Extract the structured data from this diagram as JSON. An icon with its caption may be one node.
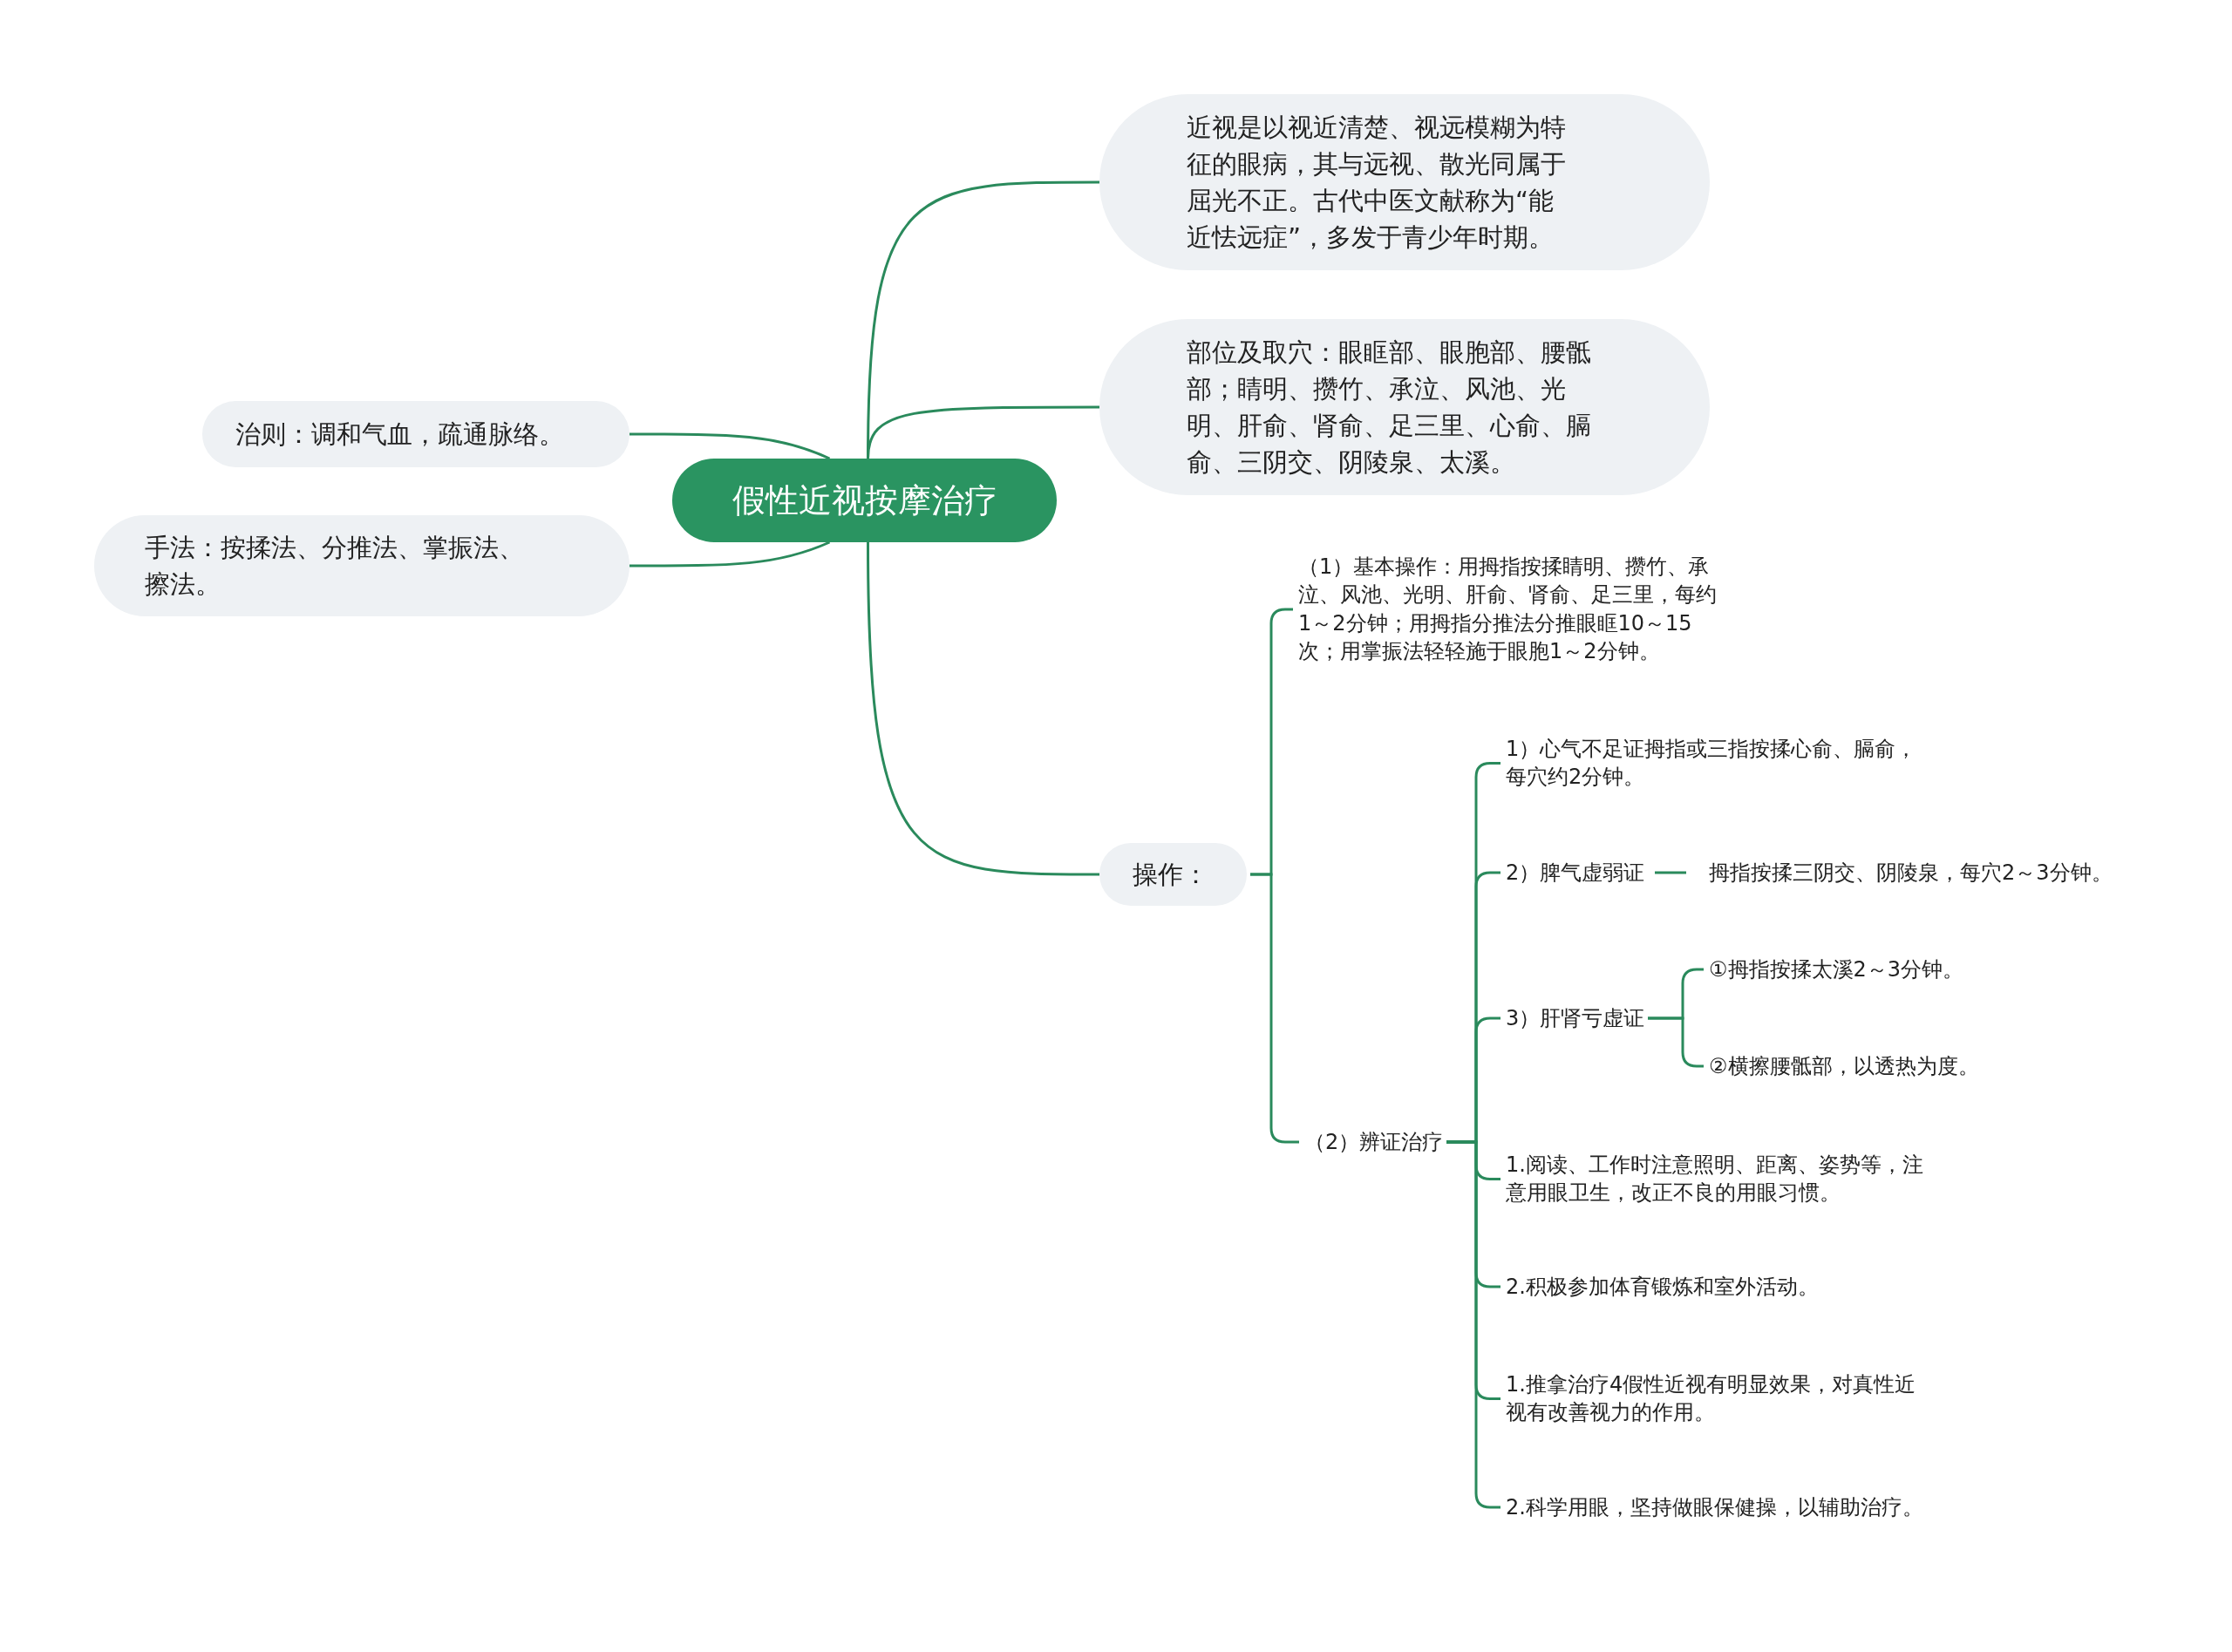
{
  "diagram": {
    "nodes": [
      {
        "text": [
          "假性近视按摩治疗"
        ]
      },
      {
        "text": [
          "近视是以视近清楚、视远模糊为特征的眼病，其与远视、散光同属于屈光不正。古代中医文献称为“能近怯远症”，多发于青少年时期。"
        ]
      },
      {
        "text": [
          "部位及取穴：眼眶部、眼胞部、腰骶部；睛明、攒竹、承泣、风池、光明、肝俞、肾俞、足三里、心俞、膈俞、三阴交、阴陵泉、太溪。"
        ]
      },
      {
        "text": [
          "治则：调和气血，疏通脉络。"
        ]
      },
      {
        "text": [
          "手法：按揉法、分推法、掌振法、擦法。"
        ]
      },
      {
        "text": [
          "操作："
        ]
      },
      {
        "text": [
          "（1）基本操作：用拇指按揉睛明、攒竹、承泣、风池、光明、肝俞、肾俞、足三里，每约1～2分钟；用拇指分推法分推眼眶10～15次；用掌振法轻轻施于眼胞1～2分钟。"
        ]
      },
      {
        "text": [
          "（2）辨证治疗"
        ]
      },
      {
        "text": [
          "1）心气不足证拇指或三指按揉心俞、膈俞，每穴约2分钟。"
        ]
      },
      {
        "text": [
          "2）脾气虚弱证"
        ]
      },
      {
        "text": [
          "拇指按揉三阴交、阴陵泉，每穴2～3分钟。"
        ]
      },
      {
        "text": [
          "3）肝肾亏虚证"
        ]
      },
      {
        "text": [
          "①拇指按揉太溪2～3分钟。"
        ]
      },
      {
        "text": [
          "②横擦腰骶部，以透热为度。"
        ]
      },
      {
        "text": [
          "1.阅读、工作时注意照明、距离、姿势等，注意用眼卫生，改正不良的用眼习惯。"
        ]
      },
      {
        "text": [
          "2.积极参加体育锻炼和室外活动。"
        ]
      },
      {
        "text": [
          "1.推拿治疗4假性近视有明显效果，对真性近视有改善视力的作用。"
        ]
      },
      {
        "text": [
          "2.科学用眼，坚持做眼保健操，以辅助治疗。"
        ]
      }
    ],
    "edges": [
      {
        "from": 0,
        "to": 1,
        "arrow": "none"
      },
      {
        "from": 0,
        "to": 2,
        "arrow": "none"
      },
      {
        "from": 0,
        "to": 3,
        "arrow": "none"
      },
      {
        "from": 0,
        "to": 4,
        "arrow": "none"
      },
      {
        "from": 0,
        "to": 5,
        "arrow": "none"
      },
      {
        "from": 5,
        "to": 6,
        "arrow": "none"
      },
      {
        "from": 5,
        "to": 7,
        "arrow": "none"
      },
      {
        "from": 7,
        "to": 8,
        "arrow": "none"
      },
      {
        "from": 7,
        "to": 9,
        "arrow": "none"
      },
      {
        "from": 7,
        "to": 11,
        "arrow": "none"
      },
      {
        "from": 7,
        "to": 14,
        "arrow": "none"
      },
      {
        "from": 7,
        "to": 15,
        "arrow": "none"
      },
      {
        "from": 7,
        "to": 16,
        "arrow": "none"
      },
      {
        "from": 7,
        "to": 17,
        "arrow": "none"
      },
      {
        "from": 9,
        "to": 10,
        "arrow": "none"
      },
      {
        "from": 11,
        "to": 12,
        "arrow": "none"
      },
      {
        "from": 11,
        "to": 13,
        "arrow": "none"
      }
    ]
  }
}
